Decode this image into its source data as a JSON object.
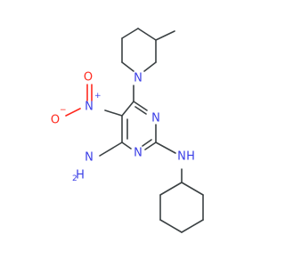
{
  "colors": {
    "carbon": "#3b4143",
    "nitrogen": "#3a3ee6",
    "oxygen": "#ff2a1f",
    "background": "#ffffff"
  },
  "atoms": {
    "ring_n1": "N",
    "ring_n3": "N",
    "piperidine_n": "N",
    "nitro_n": "N",
    "nitro_plus": "+",
    "nitro_o_top": "O",
    "nitro_o_left": "O",
    "nitro_minus": "−",
    "amine_n": "N",
    "amine_h": "H",
    "amino_n": "N",
    "amino_h2": "H",
    "amino_sub": "2"
  }
}
